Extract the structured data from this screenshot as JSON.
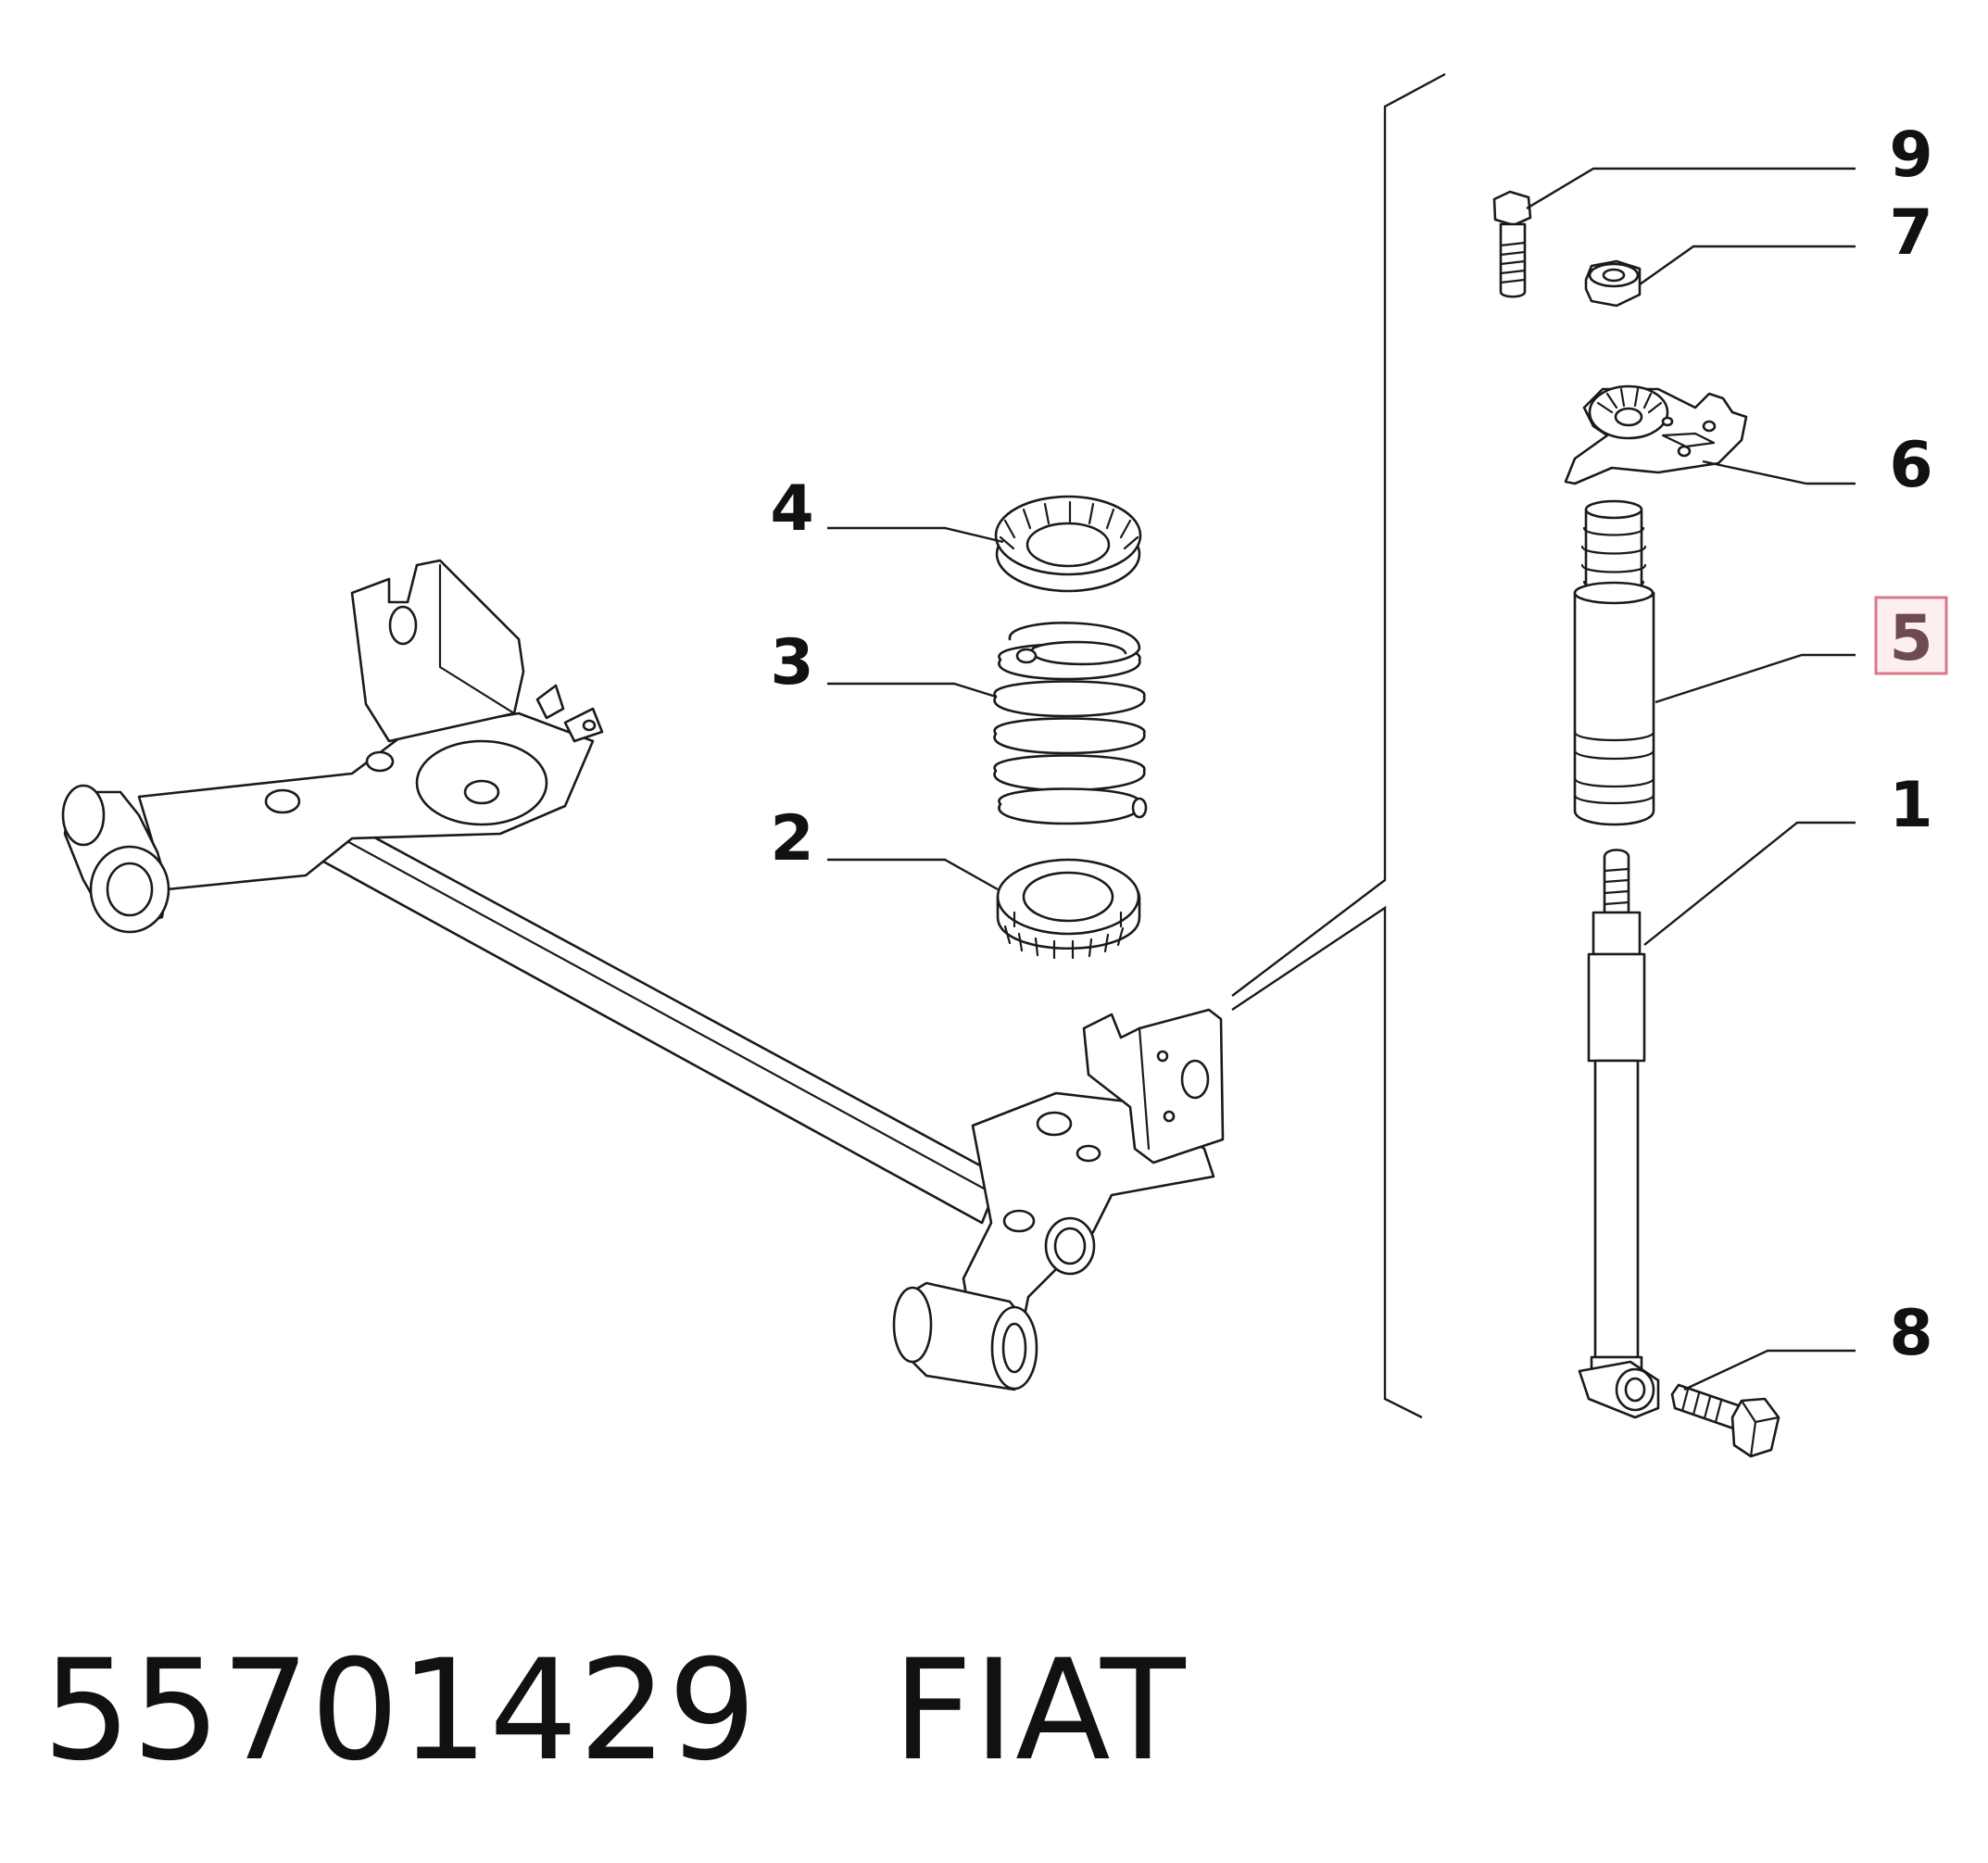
{
  "callouts": [
    {
      "id": "9",
      "label": "9",
      "highlighted": false
    },
    {
      "id": "7",
      "label": "7",
      "highlighted": false
    },
    {
      "id": "6",
      "label": "6",
      "highlighted": false
    },
    {
      "id": "5",
      "label": "5",
      "highlighted": true
    },
    {
      "id": "1",
      "label": "1",
      "highlighted": false
    },
    {
      "id": "8",
      "label": "8",
      "highlighted": false
    },
    {
      "id": "4",
      "label": "4",
      "highlighted": false
    },
    {
      "id": "3",
      "label": "3",
      "highlighted": false
    },
    {
      "id": "2",
      "label": "2",
      "highlighted": false
    }
  ],
  "caption": {
    "part_number": "55701429",
    "brand": "FIAT"
  },
  "colors": {
    "line": "#1a1a1a",
    "highlight_border": "#d9798a",
    "highlight_fill": "#fdeef0"
  }
}
